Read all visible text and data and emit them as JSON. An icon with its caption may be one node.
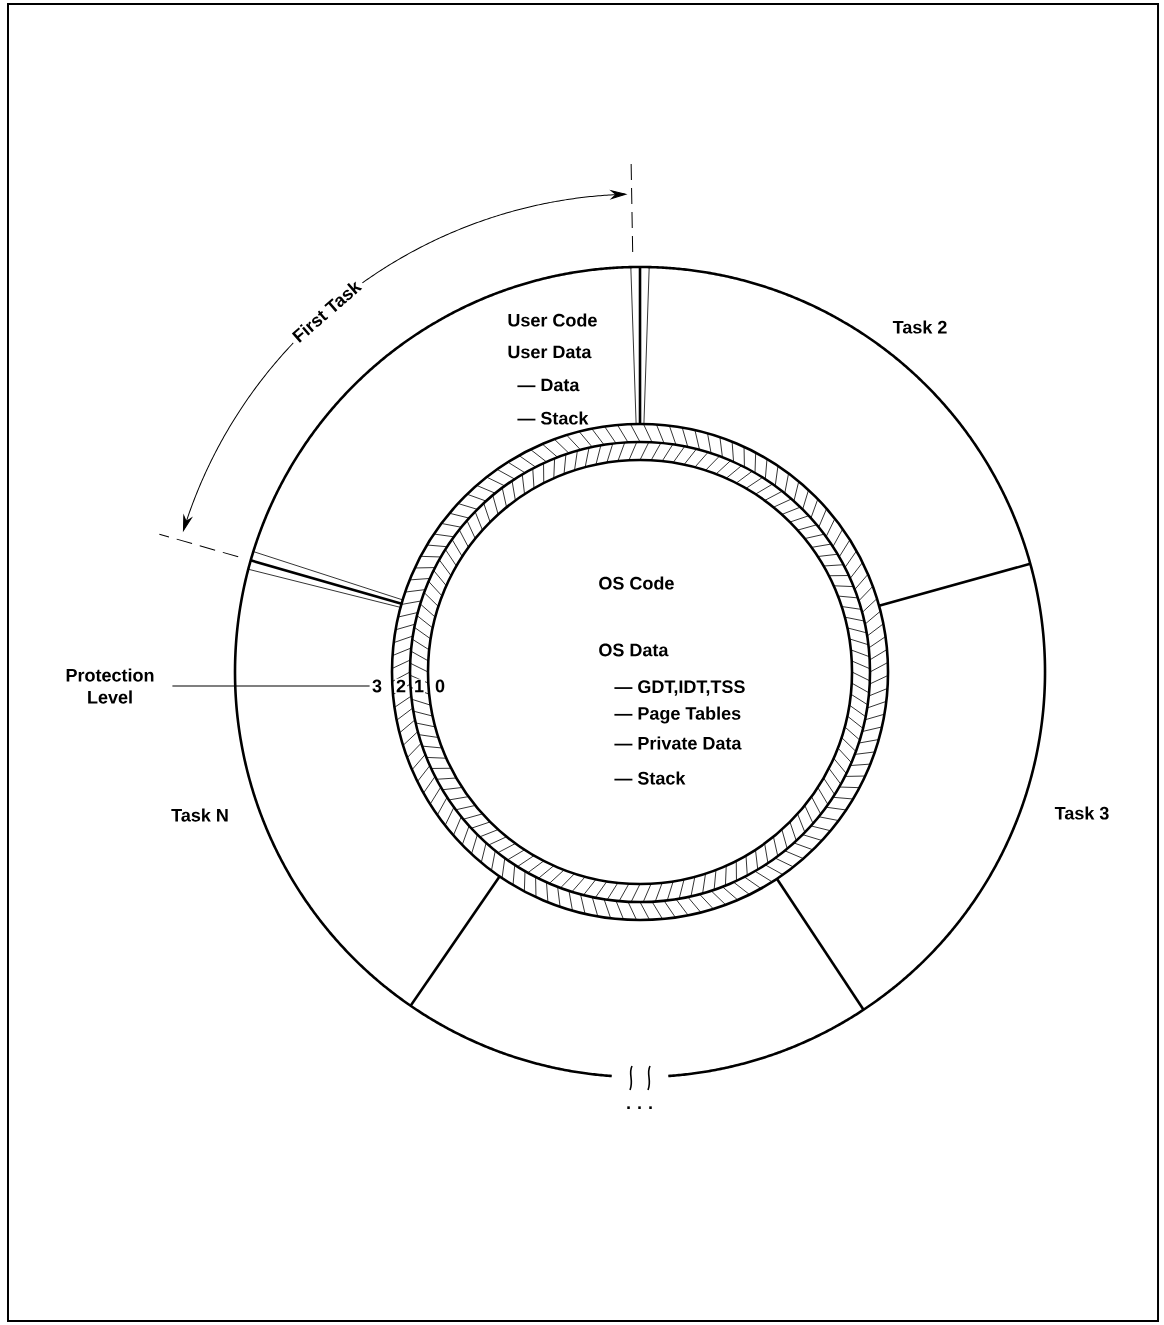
{
  "diagram": {
    "nodes": [
      {
        "text": [
          "OS Code",
          "OS Data",
          "— GDT,IDT,TSS",
          "— Page Tables",
          "— Private Data",
          "— Stack"
        ]
      },
      {
        "text": [
          "Protection Level"
        ]
      },
      {
        "text": [
          "3"
        ]
      }
    ],
    "edges": [
      {
        "from": 1,
        "to": 2,
        "arrow": "none"
      }
    ],
    "labels": [
      "First Task",
      "User Code",
      "User Data",
      "— Data",
      "— Stack",
      "Task 2",
      "2",
      "1",
      "0",
      "Task N",
      "Task 3",
      "· · ·"
    ]
  }
}
